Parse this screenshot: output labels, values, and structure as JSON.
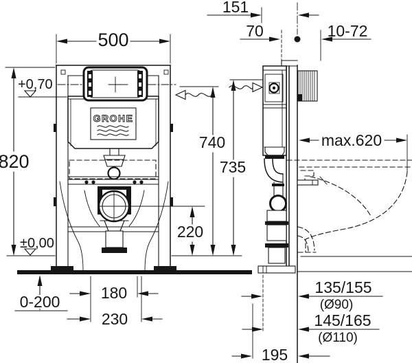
{
  "drawing": {
    "brand_logo": "GROHE",
    "front_view": {
      "frame_width": "500",
      "frame_height": "820",
      "upper_level": "+0,70",
      "floor_level": "±0,00",
      "floor_adjust_range": "0-200",
      "flush_center_height": "740",
      "flush_center_height_alt": "735",
      "outlet_center_height": "220",
      "fixing_spacing_inner": "180",
      "fixing_spacing_outer": "230"
    },
    "side_view": {
      "frame_depth": "151",
      "cistern_depth": "70",
      "wall_finish_range": "10-72",
      "max_installation_depth": "max.620",
      "outlet_height_90": "135/155",
      "outlet_dia_90": "(Ø90)",
      "outlet_height_110": "145/165",
      "outlet_dia_110": "(Ø110)",
      "outlet_offset": "195"
    }
  }
}
